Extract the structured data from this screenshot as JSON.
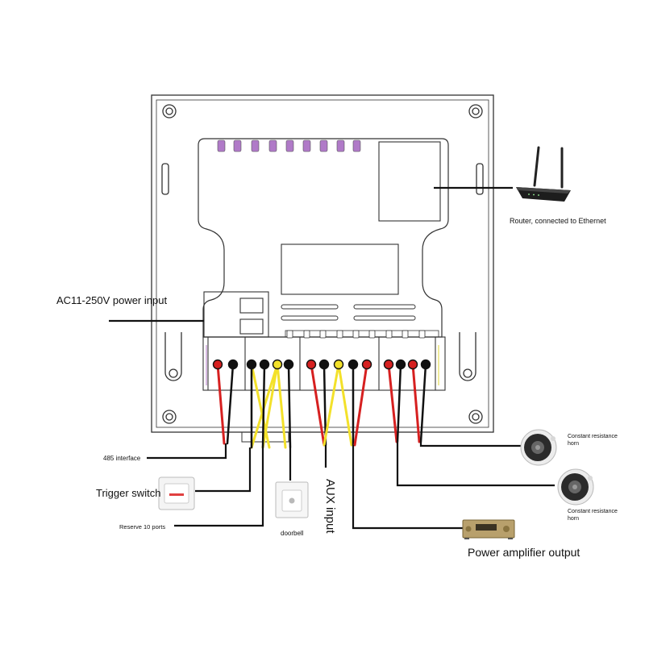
{
  "labels": {
    "power_input": "AC11-250V power input",
    "interface_485": "485 interface",
    "trigger_switch": "Trigger switch",
    "reserve_ports": "Reserve 10 ports",
    "doorbell": "doorbell",
    "aux_input": "AUX input",
    "router": "Router, connected to Ethernet",
    "horn_1_line1": "Constant resistance",
    "horn_1_line2": "horn",
    "horn_2_line1": "Constant resistance",
    "horn_2_line2": "horn",
    "amplifier": "Power amplifier output"
  },
  "colors": {
    "outline": "#333333",
    "wire_black": "#111111",
    "wire_red": "#d62020",
    "wire_yellow": "#f3e12a",
    "pin_purple": "#b07ac8"
  },
  "icons": [
    "router-icon",
    "trigger-switch-icon",
    "doorbell-icon",
    "horn-icon",
    "amplifier-icon"
  ]
}
